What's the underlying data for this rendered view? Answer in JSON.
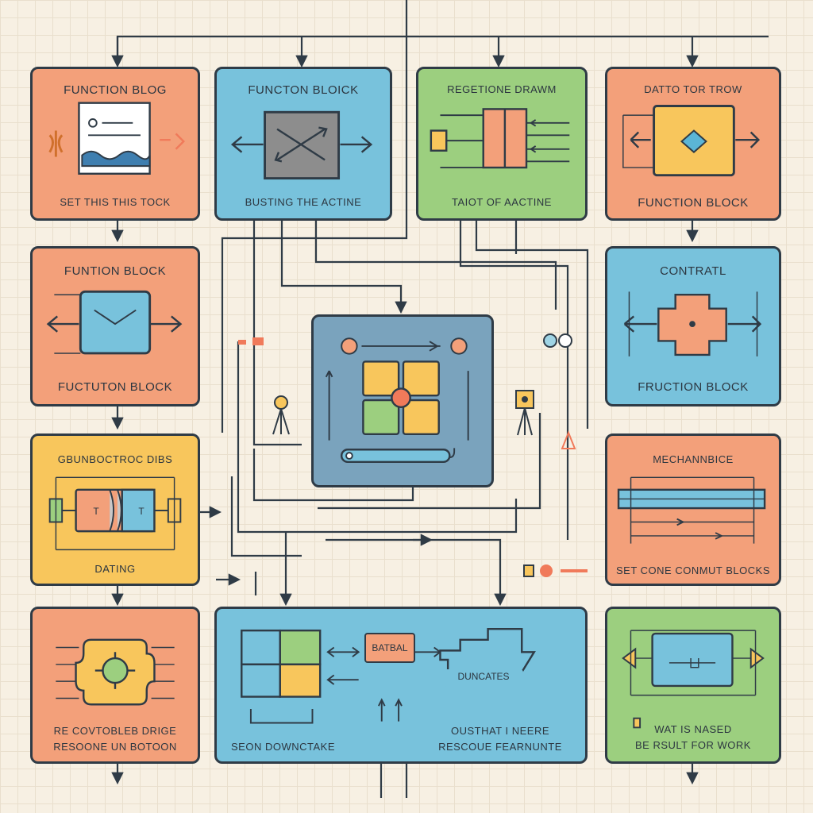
{
  "blocks": {
    "b1": {
      "title": "FUNCTION BLOG",
      "caption": "SET THIS THIS TOCK"
    },
    "b2": {
      "title": "FUNCTON BLOICK",
      "caption": "BUSTING THE ACTINE"
    },
    "b3": {
      "title": "REGETIONE DRAWM",
      "caption": "TAIOT OF AACTINE"
    },
    "b4": {
      "title": "DATTO TOR TROW",
      "caption": "FUNCTION BLOCK"
    },
    "b5": {
      "title": "FUNTION BLOCK",
      "caption": "FUCTUTON BLOCK"
    },
    "b6": {
      "title": "CONTRATL",
      "caption": "FRUCTION BLOCK"
    },
    "b7": {
      "title": "GBUNBOCTROC DIBS",
      "caption": "DATING",
      "inner_left": "T",
      "inner_right": "T"
    },
    "b8": {
      "title": "MECHANNBICE",
      "caption": "SET CONE CONMUT BLOCKS"
    },
    "b9": {
      "caption_line1": "RE COVTOBLEB DRIGE",
      "caption_line2": "RESOONE UN BOTOON"
    },
    "b10": {
      "batch_label": "BATBAL",
      "duncates_label": "DUNCATES",
      "caption_left": "SEON DOWNCTAKE",
      "caption_right_line1": "OUSTHAT I NEERE",
      "caption_right_line2": "RESCOUE FEARNUNTE"
    },
    "b11": {
      "caption_line1": "WAT IS NASED",
      "caption_line2": "BE RSULT FOR WORK"
    }
  },
  "colors": {
    "orange": "#f3a07a",
    "blue": "#78c2dc",
    "green": "#9ccf7f",
    "yellow": "#f8c65c",
    "slate": "#7aa3bd",
    "outline": "#2f3b46",
    "accent_red": "#f07a5a"
  },
  "icons": [
    "document-icon",
    "shuffle-icon",
    "diamond-icon",
    "gear-icon",
    "cog-hub-icon",
    "tripod-icon",
    "circle-connector-icon"
  ]
}
